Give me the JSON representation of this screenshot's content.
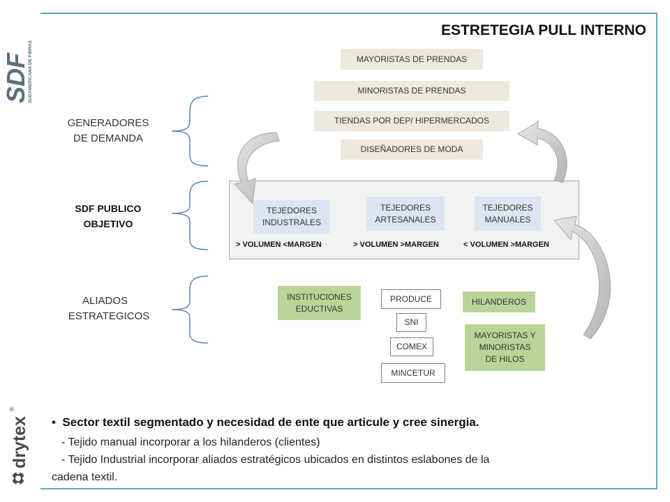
{
  "title": "ESTRETEGIA PULL INTERNO",
  "logos": {
    "sdf_letters": "SDF",
    "sdf_caption": "SUDAMERICANA DE FIBRAS",
    "drytex": "drytex",
    "registered": "®"
  },
  "groups": {
    "generadores": "GENERADORES DE DEMANDA",
    "generadores_l1": "GENERADORES",
    "generadores_l2": "DE DEMANDA",
    "publico_l1": "SDF PUBLICO",
    "publico_l2": "OBJETIVO",
    "aliados_l1": "ALIADOS",
    "aliados_l2": "ESTRATEGICOS"
  },
  "demand_boxes": {
    "mayoristas": "MAYORISTAS DE PRENDAS",
    "minoristas": "MINORISTAS DE PRENDAS",
    "tiendas": "TIENDAS  POR DEP/ HIPERMERCADOS",
    "disenadores": "DISEÑADORES DE MODA"
  },
  "target": {
    "industriales_l1": "TEJEDORES",
    "industriales_l2": "INDUSTRALES",
    "artesanales_l1": "TEJEDORES",
    "artesanales_l2": "ARTESANALES",
    "manuales_l1": "TEJEDORES",
    "manuales_l2": "MANUALES",
    "vol1": "> VOLUMEN <MARGEN",
    "vol2": "> VOLUMEN >MARGEN",
    "vol3": "< VOLUMEN >MARGEN"
  },
  "allies": {
    "instituciones_l1": "INSTITUCIONES",
    "instituciones_l2": "EDUCTIVAS",
    "produce": "PRODUCE",
    "sni": "SNI",
    "comex": "COMEX",
    "mincetur": "MINCETUR",
    "hilanderos": "HILANDEROS",
    "mayoristas_hilos_l1": "MAYORISTAS Y",
    "mayoristas_hilos_l2": "MINORISTAS",
    "mayoristas_hilos_l3": "DE HILOS"
  },
  "text": {
    "bullet": "Sector textil segmentado y necesidad de ente que articule y cree sinergia.",
    "line1": "- Tejido manual  incorporar a los hilanderos (clientes)",
    "line2": "- Tejido Industrial incorporar  aliados estratégicos  ubicados en distintos eslabones de la",
    "line3": "cadena textil."
  },
  "colors": {
    "frame": "#5aa7c9",
    "sdf_logo": "#5c6f7b",
    "drytex_logo": "#4a4a4a",
    "beige_box": "#ede9df",
    "blue_box": "#dce5f1",
    "green_box": "#b9d59a",
    "brace": "#4f81bd",
    "arrow": "#c9c9c9"
  }
}
